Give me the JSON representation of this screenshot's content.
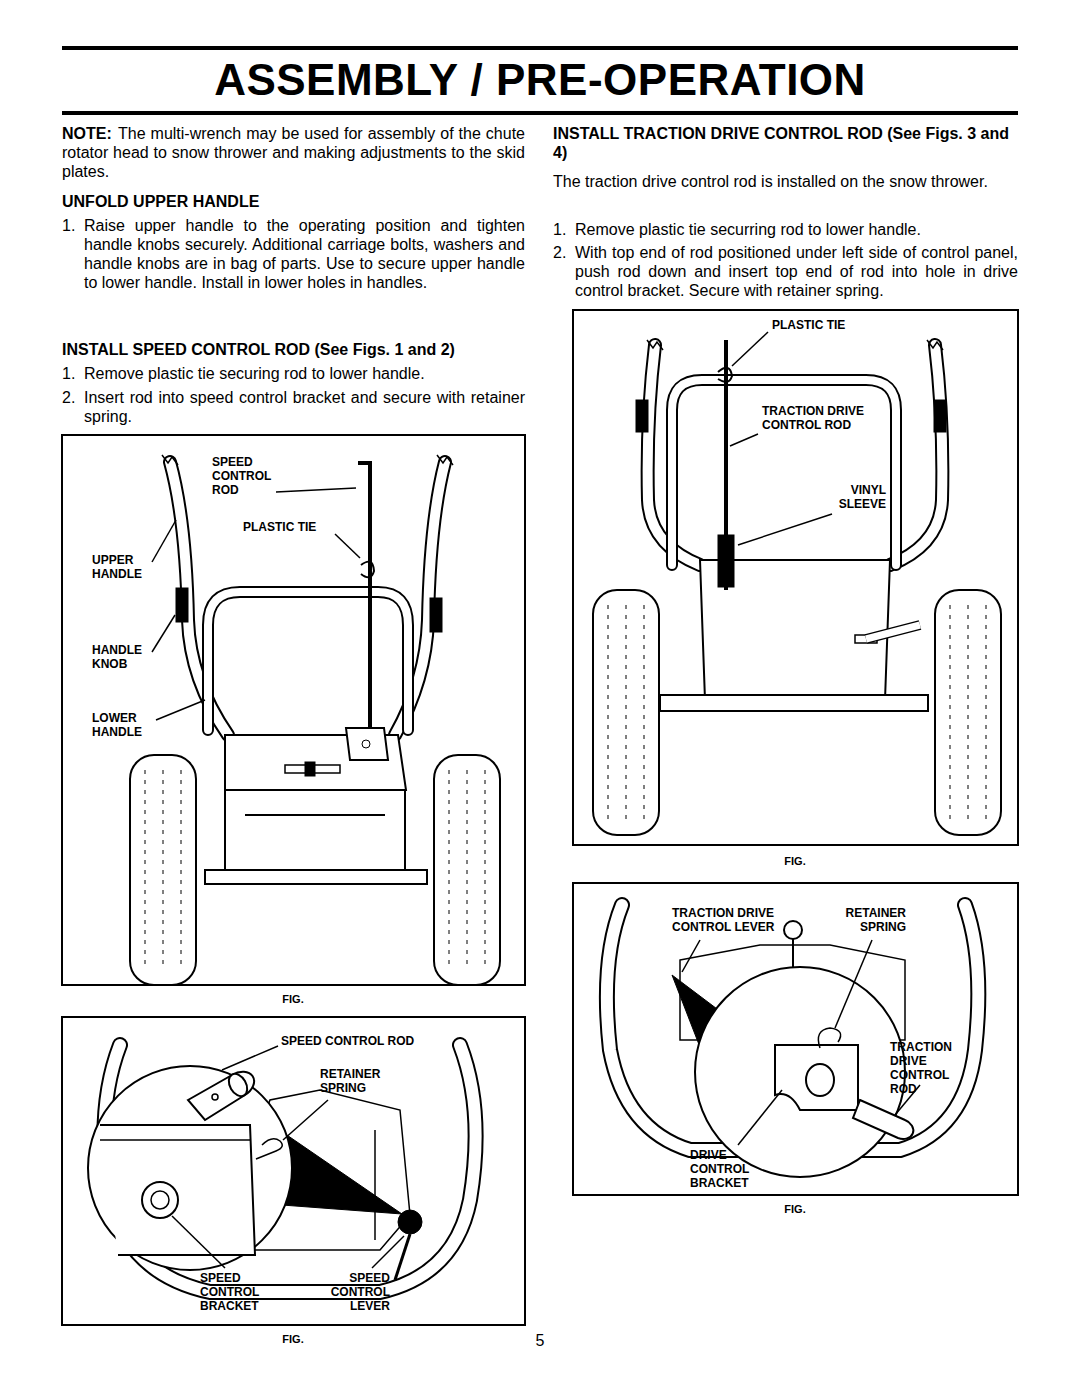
{
  "diagram": {
    "title": "ASSEMBLY / PRE-OPERATION",
    "labels": [
      "NOTE:",
      "The multi-wrench may be used for assembly of the chute rotator head to snow thrower and making adjustments to the skid plates.",
      "UNFOLD UPPER HANDLE",
      "1.",
      "Raise upper handle to the operating position and tighten handle knobs securely. Additional carriage bolts, washers and handle knobs are in bag of parts. Use to secure upper handle to lower handle. Install in lower holes in handles.",
      "INSTALL SPEED CONTROL ROD (See Figs. 1 and 2)",
      "1.",
      "Remove plastic tie securing rod to lower handle.",
      "2.",
      "Insert rod into speed control bracket and secure with retainer spring.",
      "SPEED CONTROL ROD",
      "PLASTIC TIE",
      "UPPER HANDLE",
      "HANDLE KNOB",
      "LOWER HANDLE",
      "FIG.",
      "SPEED CONTROL ROD",
      "RETAINER SPRING",
      "SPEED CONTROL BRACKET",
      "SPEED CONTROL LEVER",
      "FIG.",
      "5",
      "INSTALL TRACTION DRIVE CONTROL ROD (See Figs. 3 and 4)",
      "The traction drive control rod is installed on the snow thrower.",
      "1.",
      "Remove plastic tie securring rod to lower handle.",
      "2.",
      "With top end of rod positioned under left side of control panel, push rod down and insert top end of rod into hole in drive control bracket. Secure with retainer spring.",
      "PLASTIC TIE",
      "TRACTION DRIVE CONTROL ROD",
      "VINYL SLEEVE",
      "FIG.",
      "TRACTION DRIVE CONTROL LEVER",
      "RETAINER SPRING",
      "TRACTION DRIVE CONTROL ROD",
      "DRIVE CONTROL BRACKET",
      "FIG."
    ]
  }
}
